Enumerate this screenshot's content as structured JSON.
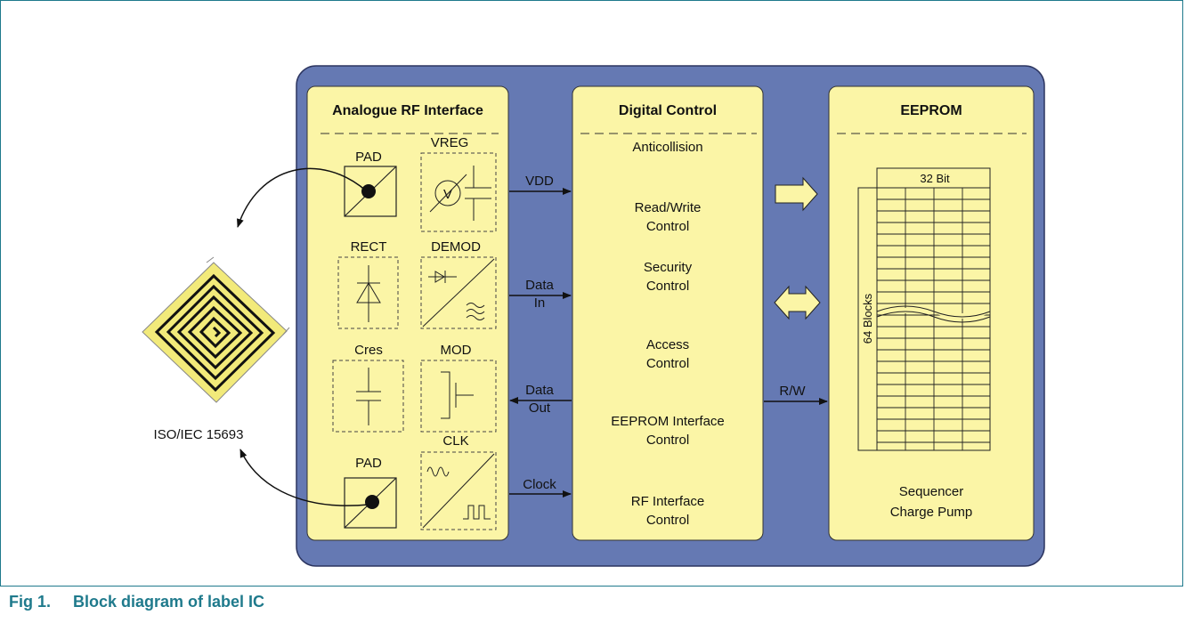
{
  "colors": {
    "frame_border": "#1f7a8c",
    "caption": "#1f7a8c",
    "chip_background": "#6579b3",
    "block_fill": "#fbf5a6",
    "tag_fill": "#f2ea7a"
  },
  "figure": {
    "number": "Fig 1.",
    "title": "Block diagram of label IC"
  },
  "tag": {
    "label": "ISO/IEC 15693"
  },
  "rf_block": {
    "title": "Analogue RF Interface",
    "cells": {
      "pad_top": "PAD",
      "vreg": "VREG",
      "vreg_symbol": "V",
      "rect": "RECT",
      "demod": "DEMOD",
      "cres": "Cres",
      "mod": "MOD",
      "pad_bottom": "PAD",
      "clk": "CLK"
    }
  },
  "signals": {
    "vdd": "VDD",
    "data_in_1": "Data",
    "data_in_2": "In",
    "data_out_1": "Data",
    "data_out_2": "Out",
    "clock": "Clock",
    "rw": "R/W"
  },
  "digital_block": {
    "title": "Digital Control",
    "functions": [
      [
        "Anticollision"
      ],
      [
        "Read/Write",
        "Control"
      ],
      [
        "Security",
        "Control"
      ],
      [
        "Access",
        "Control"
      ],
      [
        "EEPROM Interface",
        "Control"
      ],
      [
        "RF Interface",
        "Control"
      ]
    ]
  },
  "eeprom_block": {
    "title": "EEPROM",
    "width_label": "32 Bit",
    "depth_label": "64 Blocks",
    "footer_1": "Sequencer",
    "footer_2": "Charge Pump"
  }
}
